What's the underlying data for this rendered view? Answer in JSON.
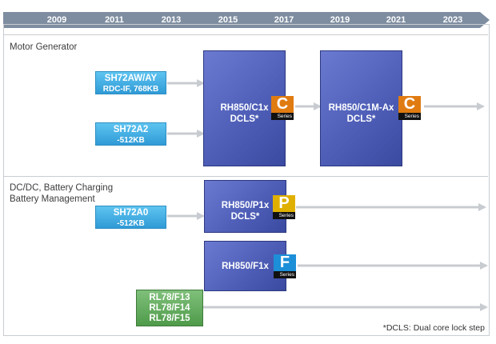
{
  "timeline": {
    "years": [
      "2009",
      "2011",
      "2013",
      "2015",
      "2017",
      "2019",
      "2021",
      "2023"
    ],
    "color": "#7e8da0"
  },
  "sections": {
    "motor": "Motor Generator",
    "dcdc_line1": "DC/DC, Battery Charging",
    "dcdc_line2": "Battery Management"
  },
  "chips": {
    "sh72aw": {
      "line1": "SH72AW/AY",
      "line2": "RDC-IF, 768KB"
    },
    "sh72a2": {
      "line1": "SH72A2",
      "line2": "-512KB"
    },
    "sh72a0": {
      "line1": "SH72A0",
      "line2": "-512KB"
    },
    "rh850_c1x": {
      "line1": "RH850/C1x",
      "line2": "DCLS*"
    },
    "rh850_c1m": {
      "line1": "RH850/C1M-Ax",
      "line2": "DCLS*"
    },
    "rh850_p1x": {
      "line1": "RH850/P1x",
      "line2": "DCLS*"
    },
    "rh850_f1x": {
      "line1": "RH850/F1x"
    },
    "rl78": {
      "line1": "RL78/F13",
      "line2": "RL78/F14",
      "line3": "RL78/F15"
    }
  },
  "badges": {
    "c": {
      "letter": "C",
      "label": "Series",
      "color": "#e07b12"
    },
    "p": {
      "letter": "P",
      "label": "Series",
      "color": "#e0b000"
    },
    "f": {
      "letter": "F",
      "label": "Series",
      "color": "#1d8fd8"
    }
  },
  "colors": {
    "sh_chip": "#3aa6de",
    "rh_chip": "#4f5fb8",
    "rl_chip": "#5ea859",
    "arrow": "#c8ccd1"
  },
  "footnote": "*DCLS: Dual core lock step"
}
